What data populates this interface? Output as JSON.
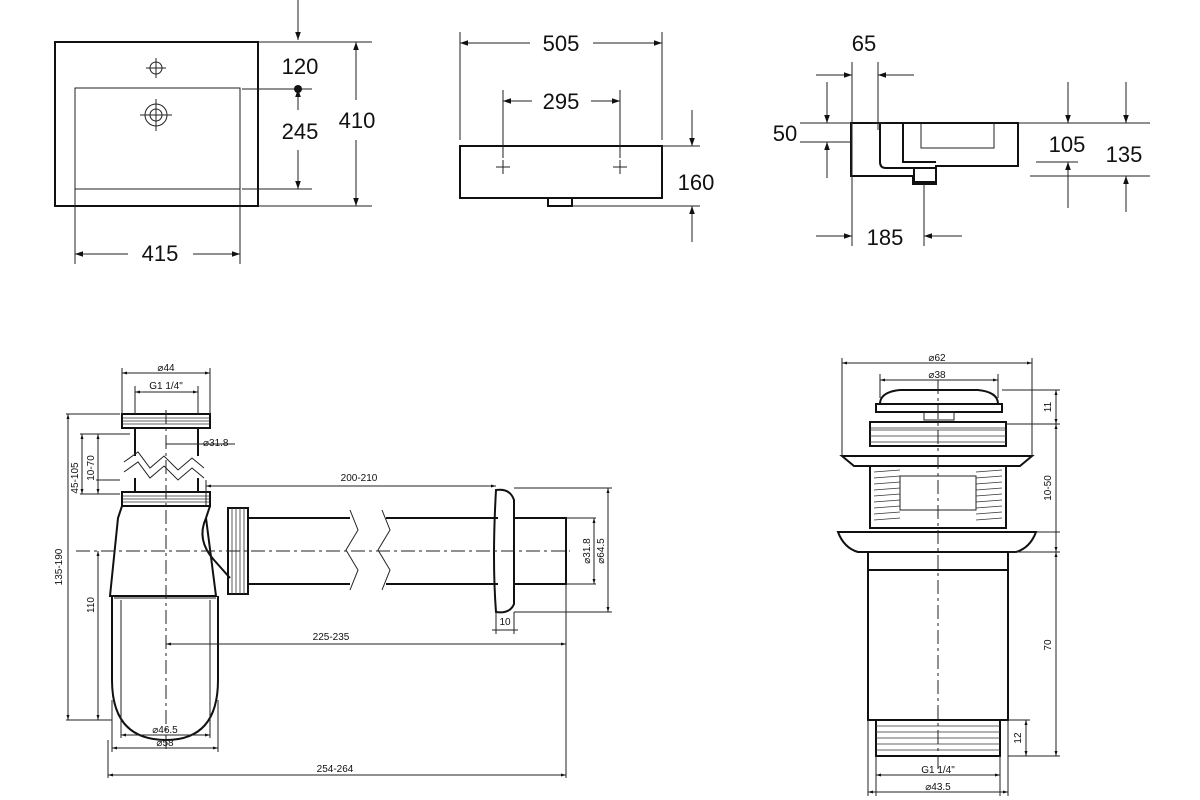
{
  "basin": {
    "top_view": {
      "depth_top": "120",
      "depth_inner": "245",
      "depth_total": "410",
      "width_inner": "415"
    },
    "front_view": {
      "width_total": "505",
      "hole_spacing": "295",
      "height": "160"
    },
    "side_view": {
      "hole_offset": "65",
      "rim": "50",
      "inner": "105",
      "height": "135",
      "drain_offset": "185"
    }
  },
  "siphon": {
    "top_diameter": "⌀44",
    "thread": "G1 1/4\"",
    "pipe_diameter": "⌀31.8",
    "h_range_1": "45-105",
    "h_range_2": "10-70",
    "h_total": "135-190",
    "h_body": "110",
    "pipe_length": "200-210",
    "flange_diameter_inner": "⌀31.8",
    "flange_diameter_outer": "⌀64.5",
    "flange_thickness": "10",
    "outlet_distance": "225-235",
    "bottom_diameter_1": "⌀46.5",
    "bottom_diameter_2": "⌀58",
    "total_length": "254-264"
  },
  "drain_valve": {
    "cap_diameter": "⌀62",
    "plug_diameter": "⌀38",
    "cap_height": "11",
    "adjust_range": "10-50",
    "body_height": "70",
    "thread_height": "12",
    "thread": "G1 1/4\"",
    "bottom_diameter": "⌀43.5"
  }
}
